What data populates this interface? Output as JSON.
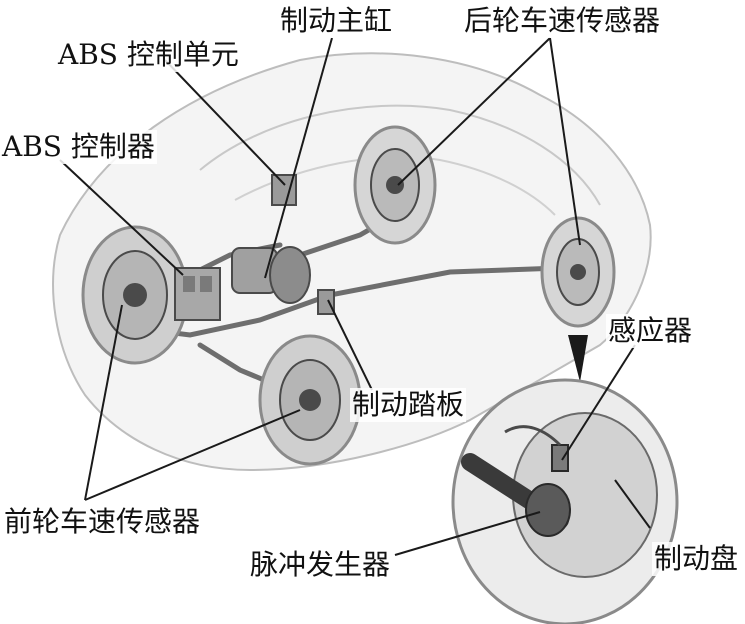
{
  "labels": {
    "abs_control_unit": "ABS 控制单元",
    "master_cylinder": "制动主缸",
    "rear_wheel_speed_sensor": "后轮车速传感器",
    "abs_controller": "ABS 控制器",
    "brake_pedal": "制动踏板",
    "front_wheel_speed_sensor": "前轮车速传感器",
    "sensor": "感应器",
    "pulse_generator": "脉冲发生器",
    "brake_disc": "制动盘"
  },
  "colors": {
    "line": "#1a1a1a",
    "body_outline": "#bdbdbd",
    "tire": "#cfcfcf",
    "tire_dark": "#8a8a8a",
    "metal": "#9a9a9a",
    "metal_dark": "#4a4a4a",
    "pipe": "#6e6e6e",
    "text": "#111111"
  }
}
